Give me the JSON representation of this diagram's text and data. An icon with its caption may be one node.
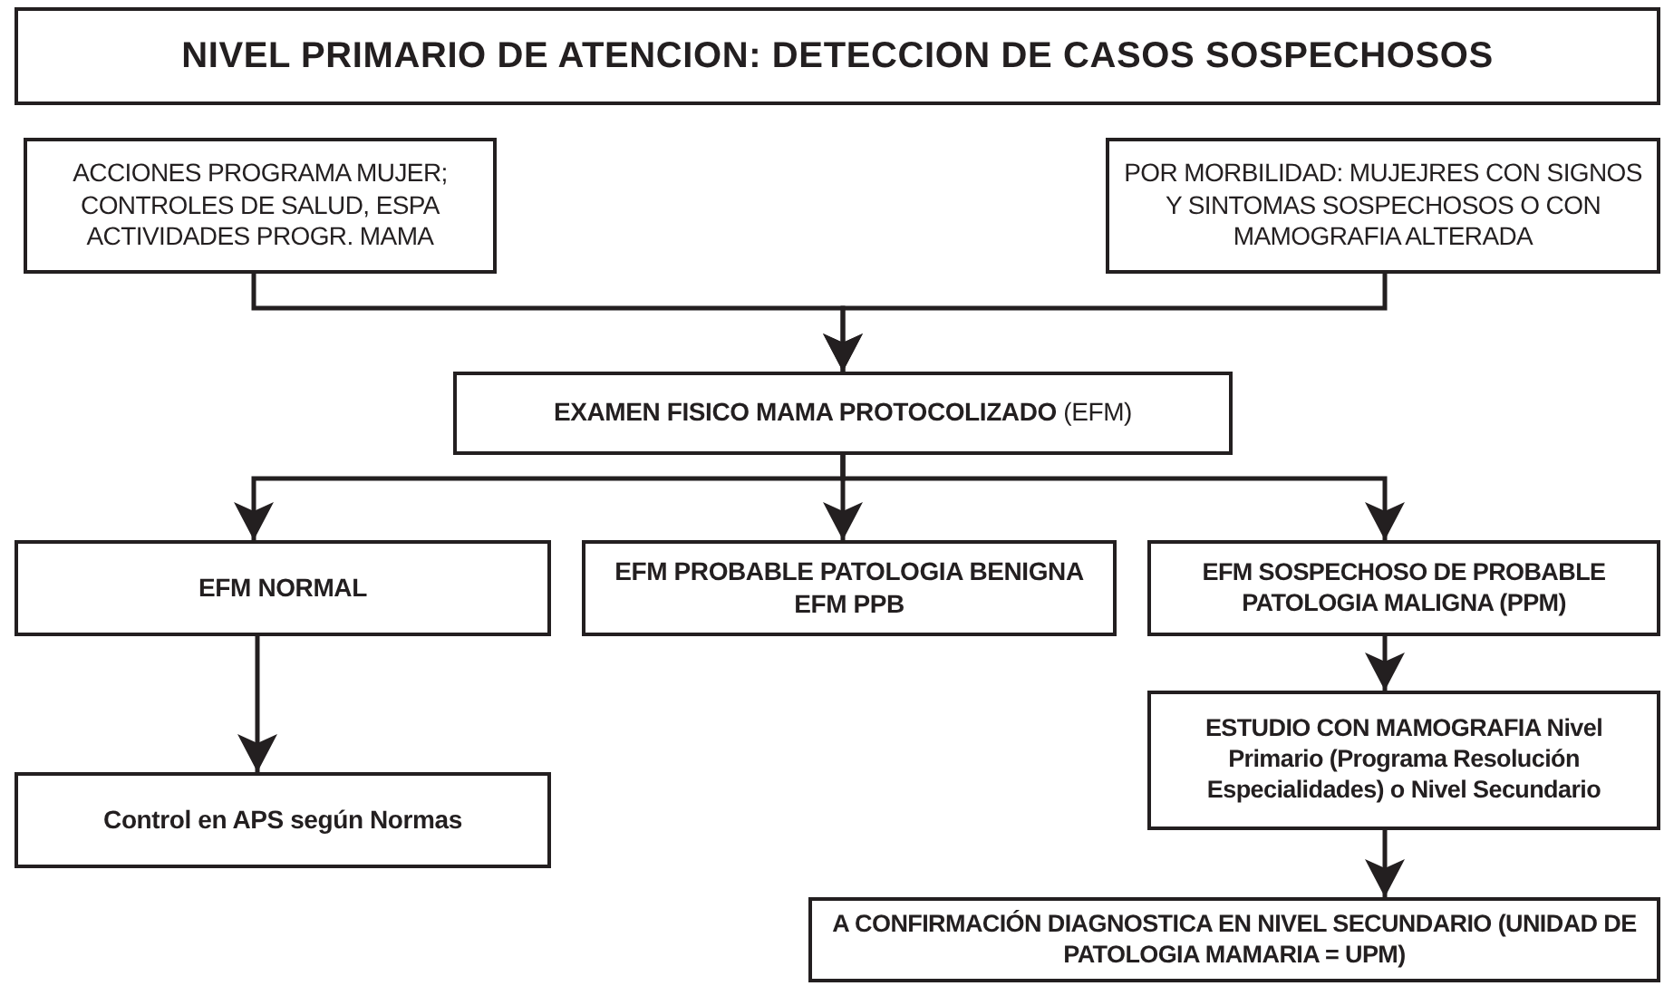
{
  "diagram": {
    "nodes": [
      {
        "text": [
          "NIVEL PRIMARIO DE ATENCION: DETECCION DE CASOS SOSPECHOSOS"
        ]
      },
      {
        "text": [
          "ACCIONES PROGRAMA MUJER; CONTROLES DE SALUD, ESPA ACTIVIDADES PROGR. MAMA"
        ]
      },
      {
        "text": [
          "POR MORBILIDAD: MUJEJRES CON SIGNOS Y SINTOMAS SOSPECHOSOS O CON MAMOGRAFIA ALTERADA"
        ]
      },
      {
        "text": [
          "**EXAMEN FISICO MAMA PROTOCOLIZADO** (EFM)"
        ]
      },
      {
        "text": [
          "EFM NORMAL"
        ]
      },
      {
        "text": [
          "EFM PROBABLE PATOLOGIA BENIGNA EFM PPB"
        ]
      },
      {
        "text": [
          "EFM SOSPECHOSO DE PROBABLE PATOLOGIA MALIGNA (PPM)"
        ]
      },
      {
        "text": [
          "Control en APS según Normas"
        ]
      },
      {
        "text": [
          "ESTUDIO CON MAMOGRAFIA Nivel Primario (Programa Resolución Especialidades) o Nivel Secundario"
        ]
      },
      {
        "text": [
          "A CONFIRMACIÓN DIAGNOSTICA EN NIVEL SECUNDARIO (UNIDAD DE PATOLOGIA MAMARIA = UPM)"
        ]
      }
    ],
    "edges": [
      {
        "from": 1,
        "to": 3,
        "arrow": "to"
      },
      {
        "from": 2,
        "to": 3,
        "arrow": "to"
      },
      {
        "from": 3,
        "to": 4,
        "arrow": "to"
      },
      {
        "from": 3,
        "to": 5,
        "arrow": "to"
      },
      {
        "from": 3,
        "to": 6,
        "arrow": "to"
      },
      {
        "from": 4,
        "to": 7,
        "arrow": "to"
      },
      {
        "from": 6,
        "to": 8,
        "arrow": "to"
      },
      {
        "from": 8,
        "to": 9,
        "arrow": "to"
      }
    ]
  }
}
